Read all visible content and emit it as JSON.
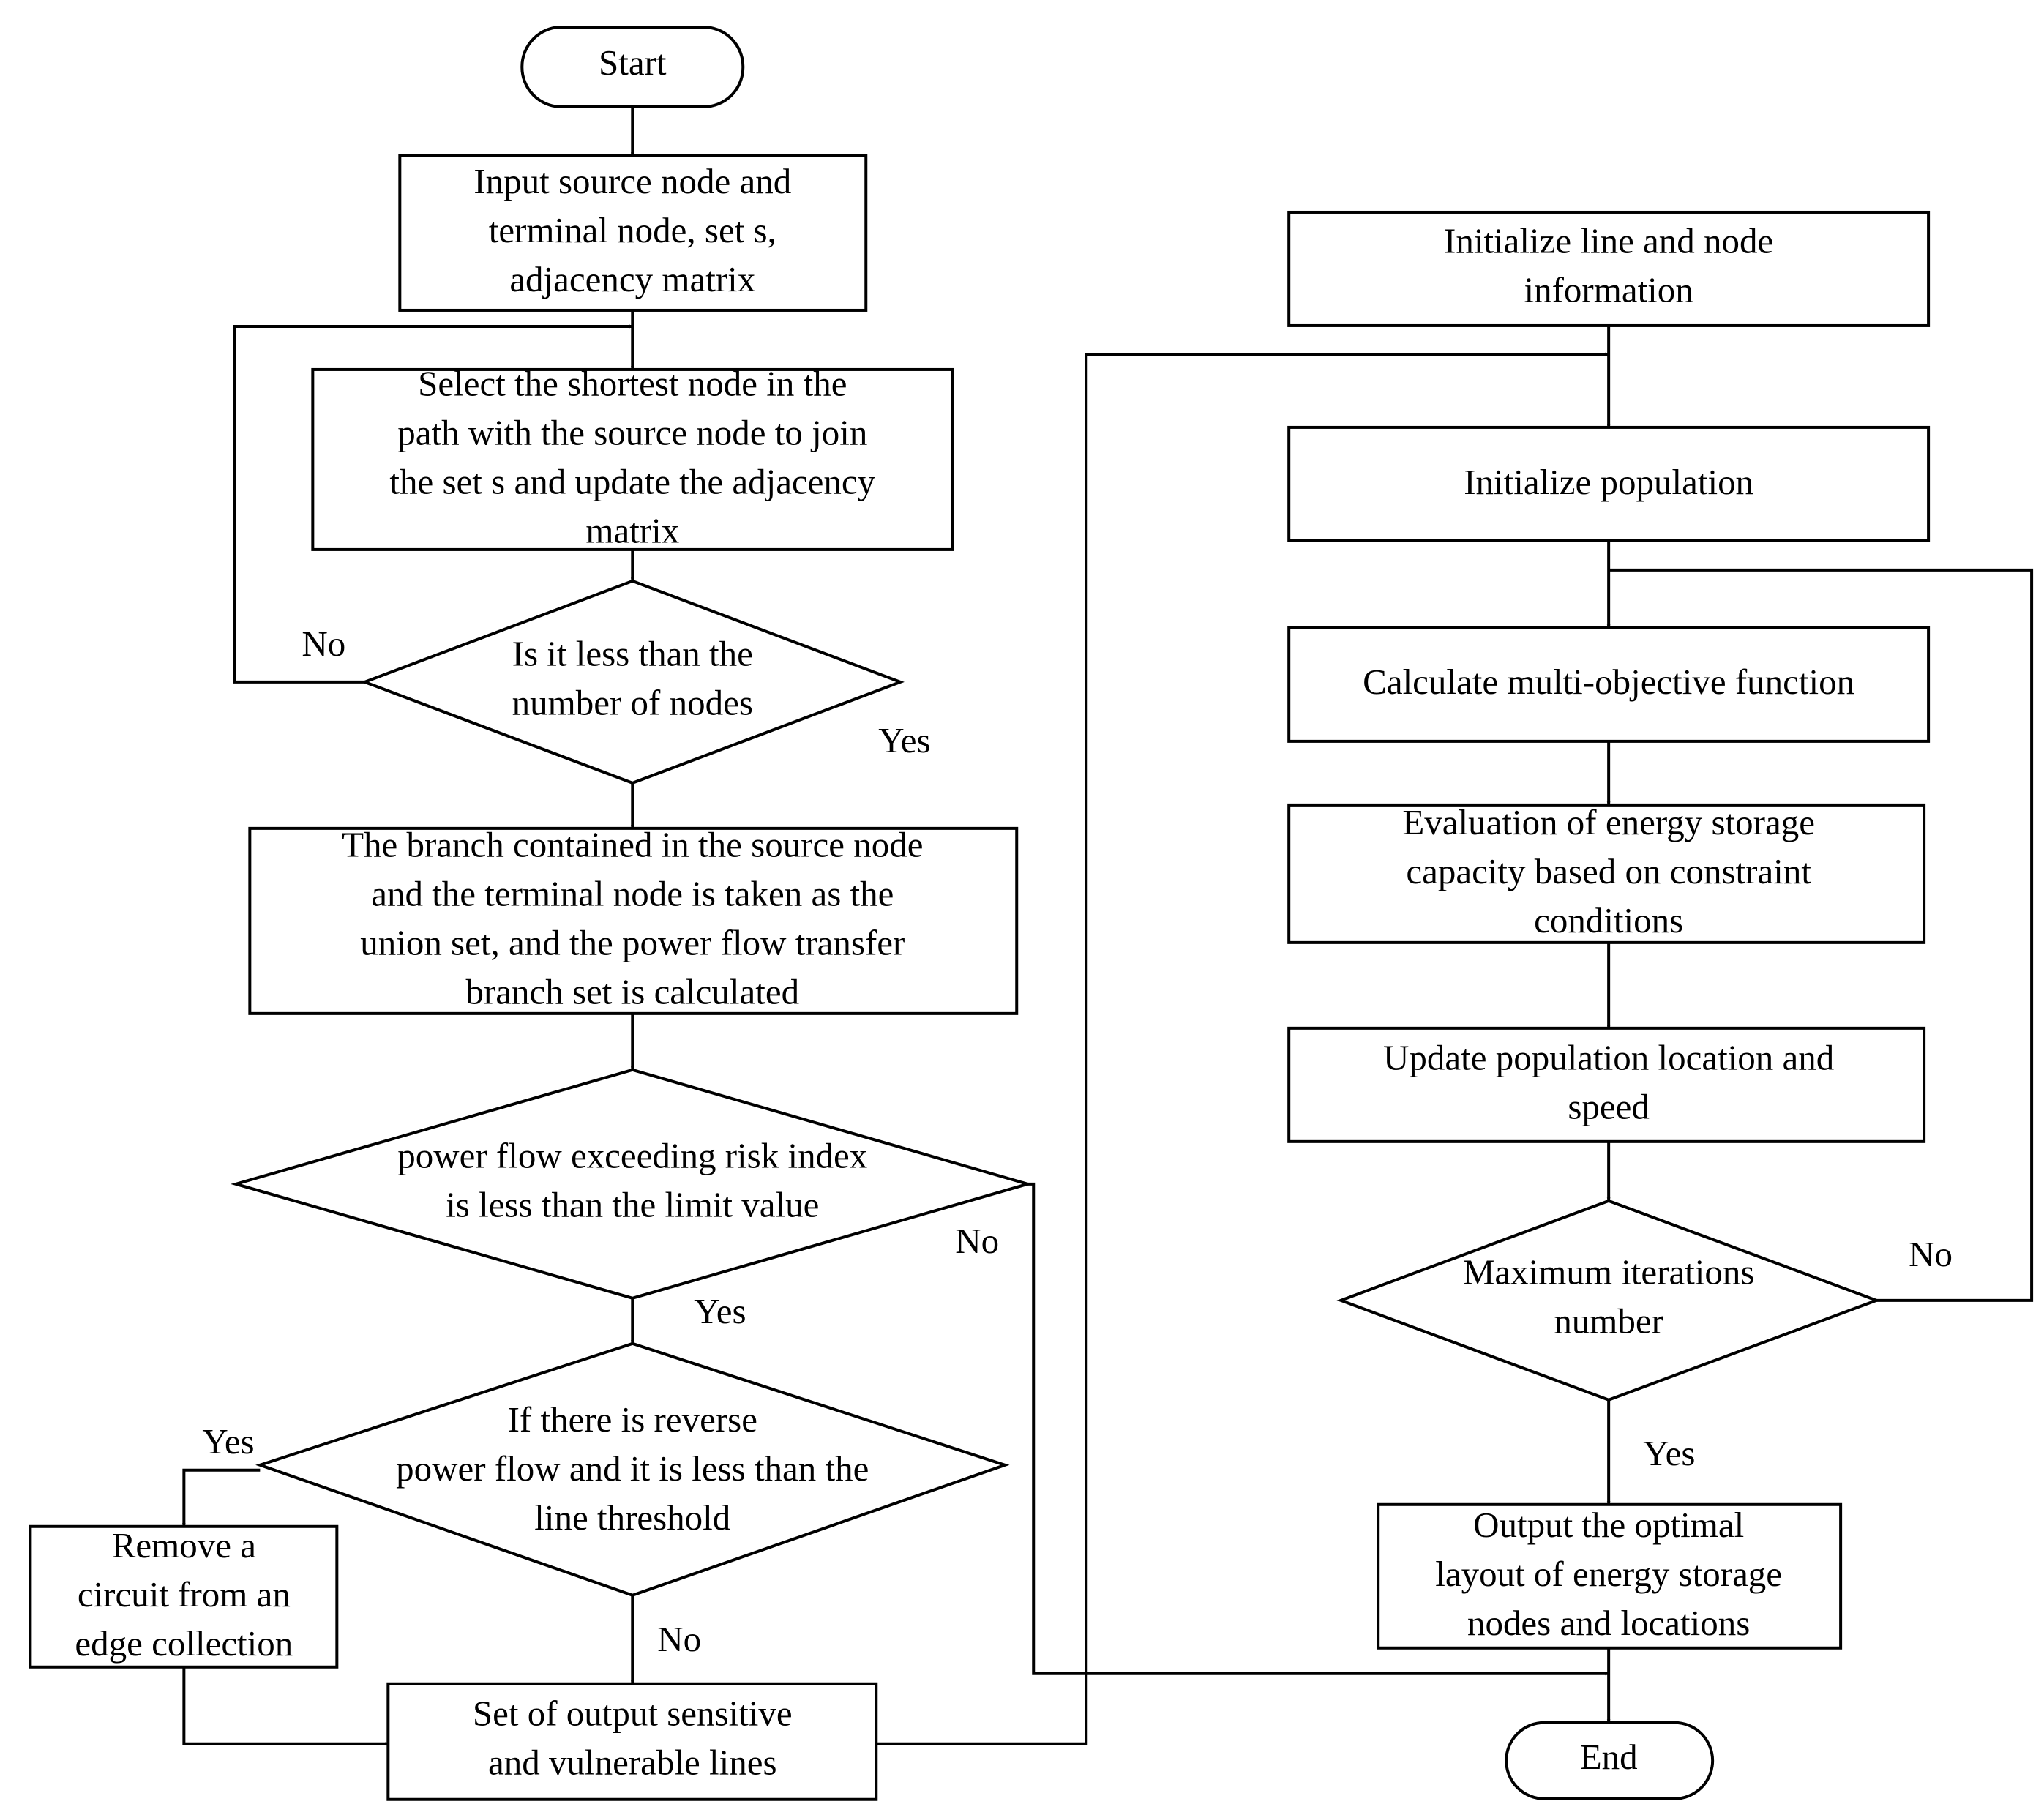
{
  "nodes": {
    "start": "Start",
    "input": [
      "Input source node and",
      "terminal node, set s,",
      "adjacency matrix"
    ],
    "select": [
      "Select the shortest node in the",
      "path with the source node to join",
      "the set s and update the adjacency",
      "matrix"
    ],
    "less_nodes": [
      "Is it less than the",
      "number of nodes"
    ],
    "branch": [
      "The branch contained in the source node",
      "and the terminal node is taken as the",
      "union set, and the power flow transfer",
      "branch set is calculated"
    ],
    "risk": [
      "power flow exceeding risk index",
      "is less than the limit value"
    ],
    "reverse": [
      "If there is reverse",
      "power flow and it is less than the",
      "line threshold"
    ],
    "remove": [
      "Remove a",
      "circuit from an",
      "edge collection"
    ],
    "output_set": [
      "Set of output sensitive",
      "and vulnerable lines"
    ],
    "init_line": [
      "Initialize line and node",
      "information"
    ],
    "init_pop": "Initialize population",
    "calc": "Calculate multi-objective function",
    "eval": [
      "Evaluation of energy storage",
      "capacity based on constraint",
      "conditions"
    ],
    "update": [
      "Update population location and",
      "speed"
    ],
    "max_iter": [
      "Maximum iterations",
      "number"
    ],
    "output_opt": [
      "Output the optimal",
      "layout of energy storage",
      "nodes and locations"
    ],
    "end": "End"
  },
  "edge_labels": {
    "less_nodes_no": "No",
    "less_nodes_yes": "Yes",
    "risk_yes": "Yes",
    "risk_no": "No",
    "reverse_yes": "Yes",
    "reverse_no": "No",
    "max_iter_no": "No",
    "max_iter_yes": "Yes"
  }
}
